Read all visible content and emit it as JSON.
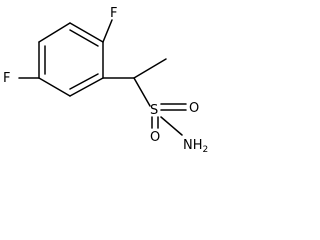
{
  "molecule": {
    "atoms": {
      "f_top": "F",
      "f_left": "F",
      "s": "S",
      "o_right": "O",
      "o_bottom": "O",
      "n": "NH",
      "n_sub": "2"
    }
  }
}
